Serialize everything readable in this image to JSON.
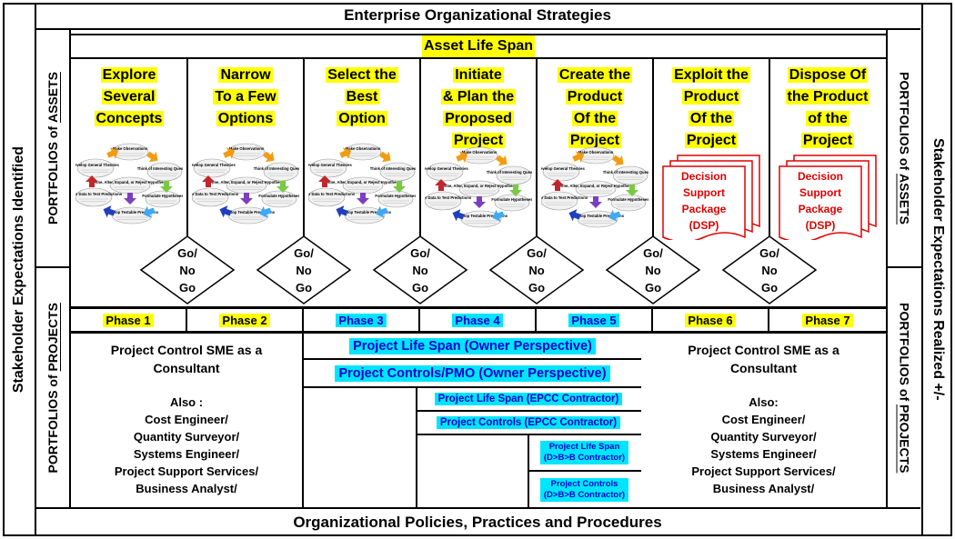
{
  "header": {
    "title": "Enterprise Organizational Strategies"
  },
  "footer": {
    "title": "Organizational Policies, Practices and Procedures"
  },
  "left_outer": {
    "label": "Stakeholder Expectations Identified"
  },
  "right_outer": {
    "label": "Stakeholder Expectations Realized +/-"
  },
  "left_inner": {
    "assets": {
      "prefix": "PORTFOLIOS of ",
      "emph": "ASSETS"
    },
    "projects": {
      "prefix": "PORTFOLIOS of ",
      "emph": "PROJECTS"
    }
  },
  "right_inner": {
    "assets": {
      "prefix": "PORTFOLIOS of ",
      "emph": "ASSETS"
    },
    "projects": {
      "prefix": "PORTFOLIOS of ",
      "emph": "PROJECTS"
    }
  },
  "asset_life_span": "Asset Life Span",
  "columns": [
    {
      "lines": [
        "Explore",
        "Several",
        "Concepts"
      ],
      "visual": "cycle"
    },
    {
      "lines": [
        "Narrow",
        "To a Few",
        "Options"
      ],
      "visual": "cycle"
    },
    {
      "lines": [
        "Select the",
        "Best",
        "Option"
      ],
      "visual": "cycle"
    },
    {
      "lines": [
        "Initiate",
        "& Plan the",
        "Proposed",
        "Project"
      ],
      "visual": "cycle"
    },
    {
      "lines": [
        "Create the",
        "Product",
        "Of the",
        "Project"
      ],
      "visual": "cycle"
    },
    {
      "lines": [
        "Exploit the",
        "Product",
        "Of the",
        "Project"
      ],
      "visual": "dsp"
    },
    {
      "lines": [
        "Dispose Of",
        "the Product",
        "of the",
        "Project"
      ],
      "visual": "dsp"
    }
  ],
  "cycle_labels": {
    "make": "Make Observations",
    "think": "Think of Interesting Questions",
    "formulate": "Formulate Hypotheses",
    "develop_pred": "Develop Testable Predictions",
    "gather": "Gather Data to Test Predictions",
    "develop_theories": "Develop General Theories",
    "refine": "Refine, Alter, Expand, or Reject Hypotheses"
  },
  "dsp": {
    "lines": [
      "Decision",
      "Support",
      "Package",
      "(DSP)"
    ]
  },
  "gates": [
    {
      "lines": [
        "Go/",
        "No",
        "Go"
      ]
    },
    {
      "lines": [
        "Go/",
        "No",
        "Go"
      ]
    },
    {
      "lines": [
        "Go/",
        "No",
        "Go"
      ]
    },
    {
      "lines": [
        "Go/",
        "No",
        "Go"
      ]
    },
    {
      "lines": [
        "Go/",
        "No",
        "Go"
      ]
    },
    {
      "lines": [
        "Go/",
        "No",
        "Go"
      ]
    }
  ],
  "phases": [
    {
      "label": "Phase 1",
      "style": "y"
    },
    {
      "label": "Phase 2",
      "style": "y"
    },
    {
      "label": "Phase 3",
      "style": "c"
    },
    {
      "label": "Phase 4",
      "style": "c"
    },
    {
      "label": "Phase 5",
      "style": "c"
    },
    {
      "label": "Phase 6",
      "style": "y"
    },
    {
      "label": "Phase 7",
      "style": "y"
    }
  ],
  "left_consultant": {
    "title_lines": [
      "Project Control SME as a",
      "Consultant"
    ],
    "also": "Also :",
    "roles": [
      "Cost Engineer/",
      "Quantity Surveyor/",
      "Systems Engineer/",
      "Project Support Services/",
      "Business Analyst/"
    ]
  },
  "right_consultant": {
    "title_lines": [
      "Project Control SME as a",
      "Consultant"
    ],
    "also": "Also:",
    "roles": [
      "Cost Engineer/",
      "Quantity Surveyor/",
      "Systems Engineer/",
      "Project Support Services/",
      "Business Analyst/"
    ]
  },
  "owner": {
    "life_span": "Project Life Span (Owner Perspective)",
    "controls": "Project Controls/PMO (Owner Perspective)"
  },
  "epcc": {
    "life_span": "Project Life Span (EPCC Contractor)",
    "controls": "Project Controls (EPCC Contractor)"
  },
  "dbb": {
    "life_span_lines": [
      "Project Life Span",
      "(D>B>B Contractor)"
    ],
    "controls_lines": [
      "Project Controls",
      "(D>B>B Contractor)"
    ]
  },
  "colors": {
    "yellow": "#ffff00",
    "cyan": "#00e5ff",
    "blue_text": "#0000cc",
    "red_text": "#e00000"
  }
}
